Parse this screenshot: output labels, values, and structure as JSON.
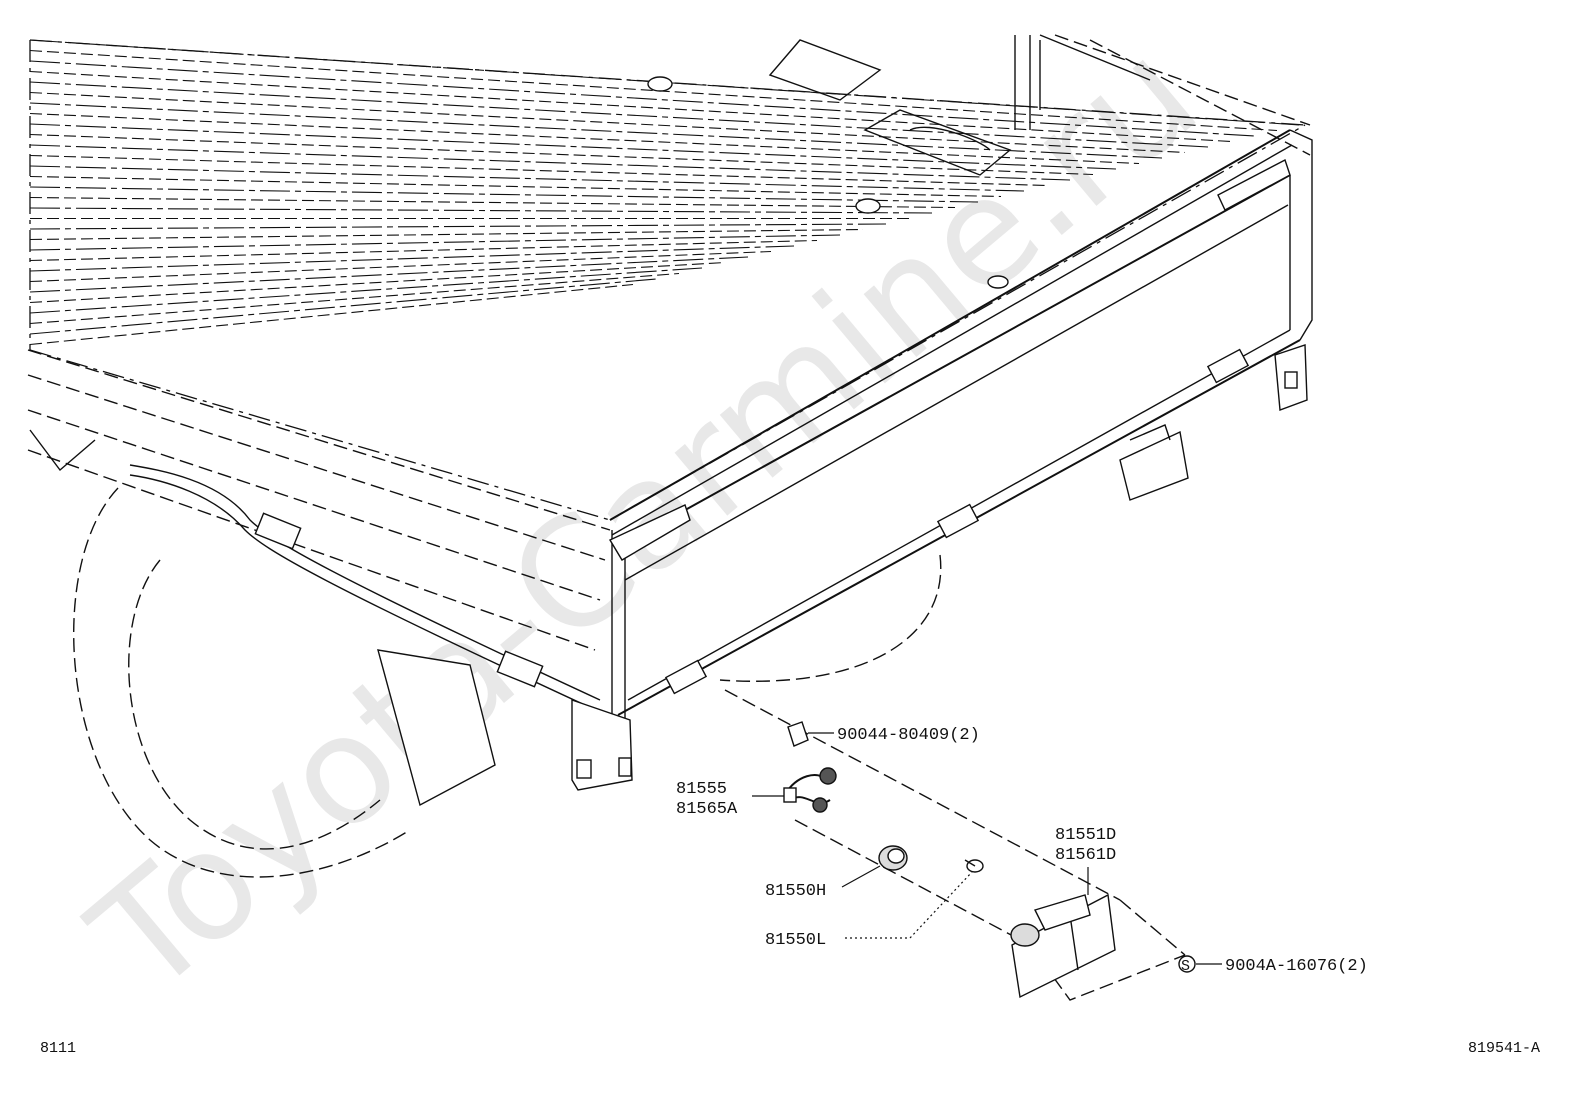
{
  "watermark": "Toyota-Carmine.ru",
  "callouts": {
    "nut": "90044-80409(2)",
    "socket_a": "81555",
    "socket_b": "81565A",
    "lamp_a": "81551D",
    "lamp_b": "81561D",
    "bulb_h": "81550H",
    "bulb_l": "81550L",
    "screw": "9004A-16076(2)",
    "screw_symbol": "S"
  },
  "footer": {
    "section_code": "8111",
    "figure_code": "819541-A"
  }
}
